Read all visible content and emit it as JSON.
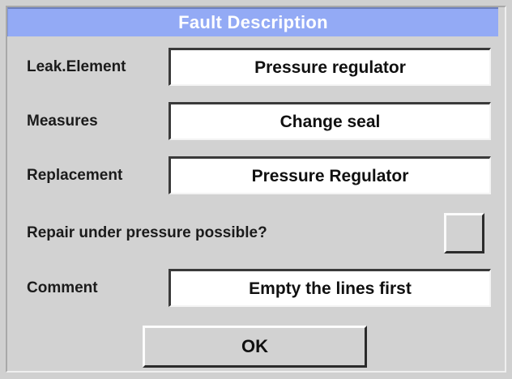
{
  "dialog": {
    "title": "Fault Description",
    "title_bar_color": "#93aaf5",
    "title_text_color": "#ffffff",
    "background_color": "#d2d2d2"
  },
  "fields": [
    {
      "label": "Leak.Element",
      "value": "Pressure regulator",
      "type": "text-display"
    },
    {
      "label": "Measures",
      "value": "Change seal",
      "type": "text-display"
    },
    {
      "label": "Replacement",
      "value": "Pressure Regulator",
      "type": "text-display"
    },
    {
      "label": "Repair under pressure possible?",
      "value": "",
      "type": "checkbox",
      "checked": false
    },
    {
      "label": "Comment",
      "value": "Empty the lines first",
      "type": "text-display"
    }
  ],
  "buttons": {
    "ok_label": "OK"
  }
}
